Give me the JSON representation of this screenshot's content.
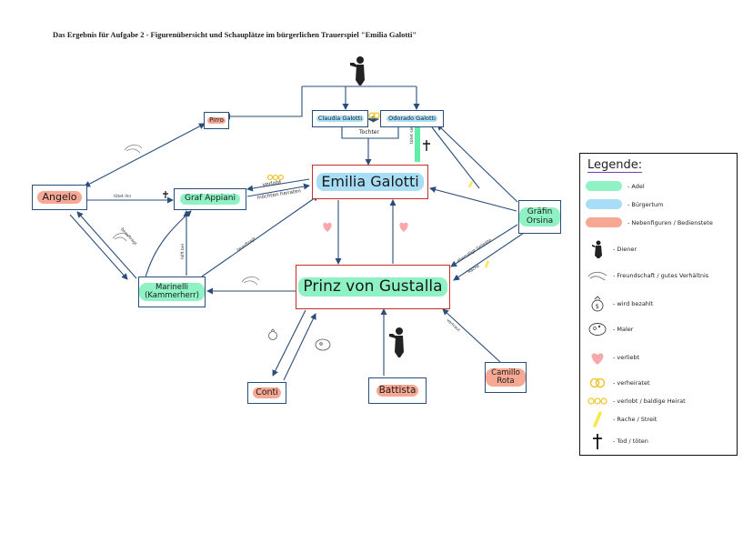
{
  "title": "Das Ergebnis für Aufgabe 2 - Figurenübersicht und Schauplätze im bürgerlichen Trauerspiel \"Emilia Galotti\"",
  "nodes": {
    "emilia": "Emilia Galotti",
    "prinz": "Prinz von Gustalla",
    "angelo": "Angelo",
    "pirro": "Pirro",
    "claudia": "Claudia Galotti",
    "odoardo": "Odorado Galotti",
    "appiani": "Graf Appiani",
    "marinelli": "Marinelli (Kammerherr)",
    "orsina": "Gräfin Orsina",
    "conti": "Conti",
    "battista": "Battista",
    "camillo": "Camillo Rota"
  },
  "labels": {
    "tochter": "Tochter",
    "verlobt": "verlobt",
    "machten_heiraten": "möchten heiraten",
    "toetet_ihn": "tötet ihn",
    "toetet_sie": "tötet sie",
    "beauftragt_marinelli": "beauftragt",
    "beauftragt_angelo": "beauftragt",
    "hilft_bei": "hilft bei",
    "ehemalige_geliebte": "ehemalige Geliebte",
    "rache": "Rache",
    "vertraut": "vertraut"
  },
  "legend": {
    "title": "Legende:",
    "items": [
      {
        "kind": "swatch",
        "color": "#8ff2c4",
        "text": "- Adel"
      },
      {
        "kind": "swatch",
        "color": "#a8def5",
        "text": "- Bürgertum"
      },
      {
        "kind": "swatch",
        "color": "#f7a895",
        "text": "- Nebenfiguren / Bedienstete"
      },
      {
        "kind": "icon",
        "icon": "servant-icon",
        "text": "- Diener"
      },
      {
        "kind": "icon",
        "icon": "handshake-icon",
        "text": "- Freundschaft / gutes Verhältnis"
      },
      {
        "kind": "icon",
        "icon": "money-bag-icon",
        "text": "- wird bezahlt"
      },
      {
        "kind": "icon",
        "icon": "palette-icon",
        "text": "- Maler"
      },
      {
        "kind": "icon",
        "icon": "heart-icon",
        "text": "- verliebt"
      },
      {
        "kind": "icon",
        "icon": "rings-icon",
        "text": "- verheiratet"
      },
      {
        "kind": "icon",
        "icon": "engaged-icon",
        "text": "- verlobt / baldige Heirat"
      },
      {
        "kind": "icon",
        "icon": "lightning-icon",
        "text": "- Rache / Streit"
      },
      {
        "kind": "icon",
        "icon": "cross-icon",
        "text": "- Tod / töten"
      }
    ]
  },
  "colors": {
    "adel": "#8ff2c4",
    "buergertum": "#a8def5",
    "nebenfiguren": "#f7a895",
    "arrow": "#2a4d7a",
    "highlight_box": "#c9302c",
    "heart": "#f6a8ad"
  }
}
